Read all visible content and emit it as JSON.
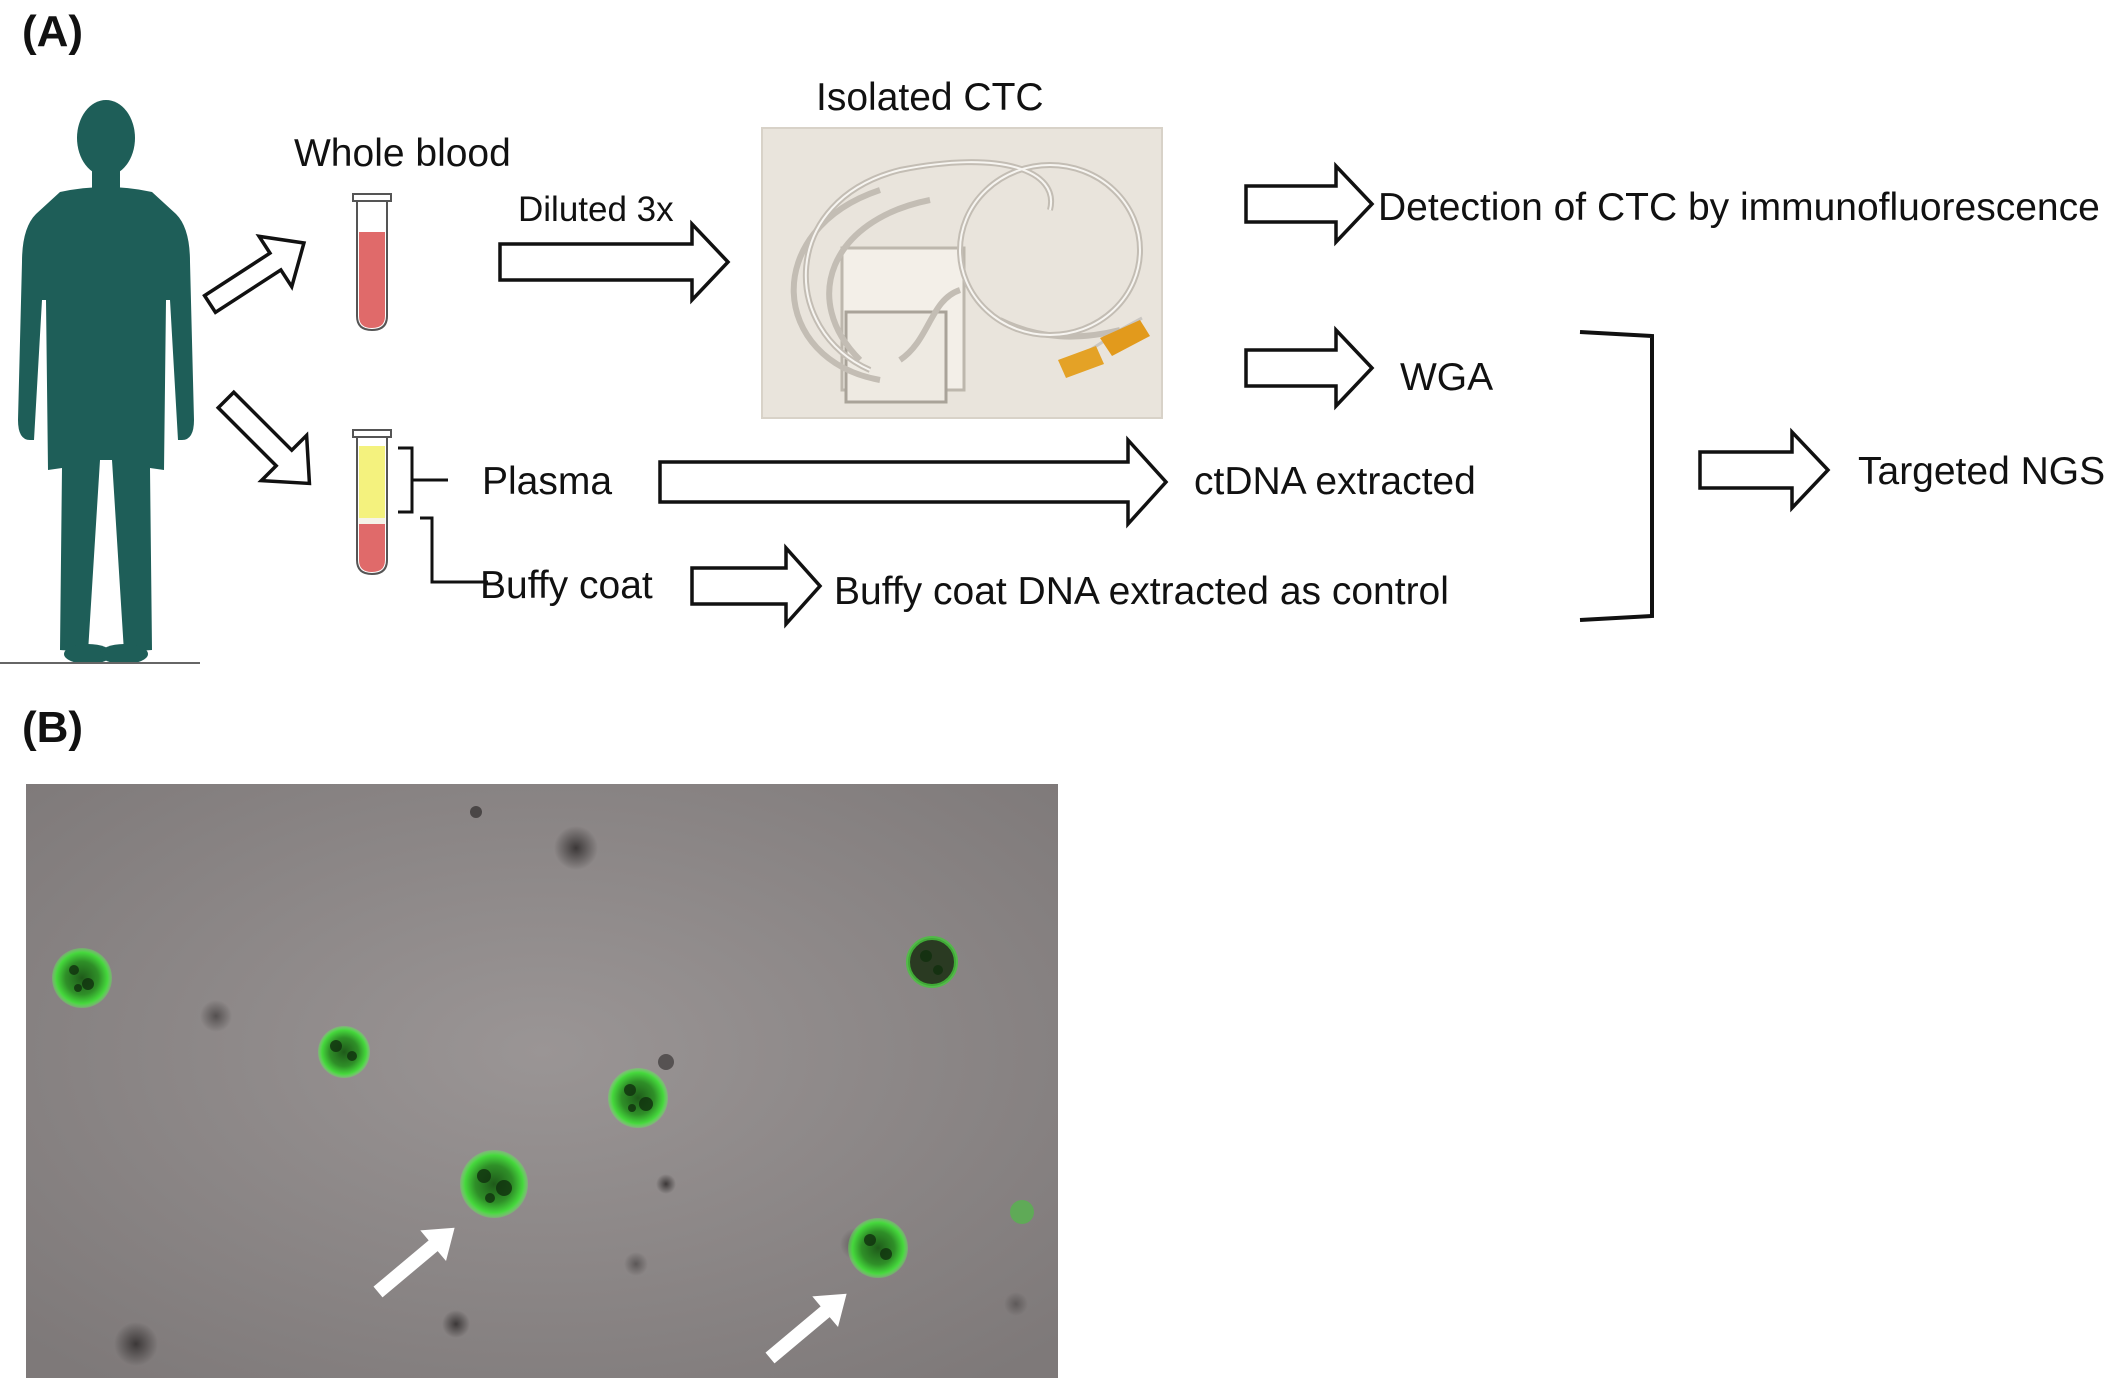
{
  "panels": {
    "a": "(A)",
    "b": "(B)"
  },
  "labels": {
    "whole_blood": "Whole blood",
    "diluted": "Diluted 3x",
    "isolated_ctc": "Isolated CTC",
    "detection": "Detection of CTC by immunofluorescence",
    "wga": "WGA",
    "plasma": "Plasma",
    "ctdna": "ctDNA extracted",
    "buffy_coat": "Buffy coat",
    "buffy_dna": "Buffy coat DNA extracted as control",
    "targeted_ngs": "Targeted NGS"
  },
  "icons": [
    "human-silhouette-icon",
    "blood-tube-icon",
    "separated-tube-icon",
    "microfluidic-chip-photo",
    "hollow-arrow-icon",
    "bracket-icon"
  ],
  "colors": {
    "silhouette": "#1e5e58",
    "blood": "#e06a6a",
    "plasma": "#f4f27e",
    "cell_green": "#3fd03a",
    "background_gray": "#8f8a8a"
  }
}
